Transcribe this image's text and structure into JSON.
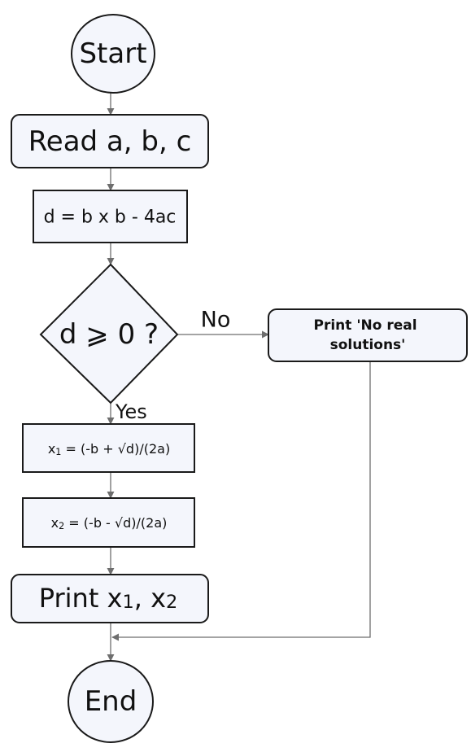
{
  "nodes": {
    "start": "Start",
    "read": "Read a, b, c",
    "compute_d": "d = b x b - 4ac",
    "decision": "d ⩾ 0 ?",
    "no_solution_line1": "Print 'No real",
    "no_solution_line2": "solutions'",
    "x1_lhs": "x",
    "x1_sub": "1",
    "x1_rhs": " = (-b + √d)/(2a)",
    "x2_lhs": "x",
    "x2_sub": "2",
    "x2_rhs": " = (-b - √d)/(2a)",
    "print_prefix": "Print x",
    "print_sub1": "1",
    "print_mid": ", x",
    "print_sub2": "2",
    "end": "End"
  },
  "edges": {
    "no_label": "No",
    "yes_label": "Yes"
  },
  "colors": {
    "shape_fill": "#f4f6fc",
    "shape_stroke": "#1a1a1a",
    "connector": "#6e6e6e"
  }
}
